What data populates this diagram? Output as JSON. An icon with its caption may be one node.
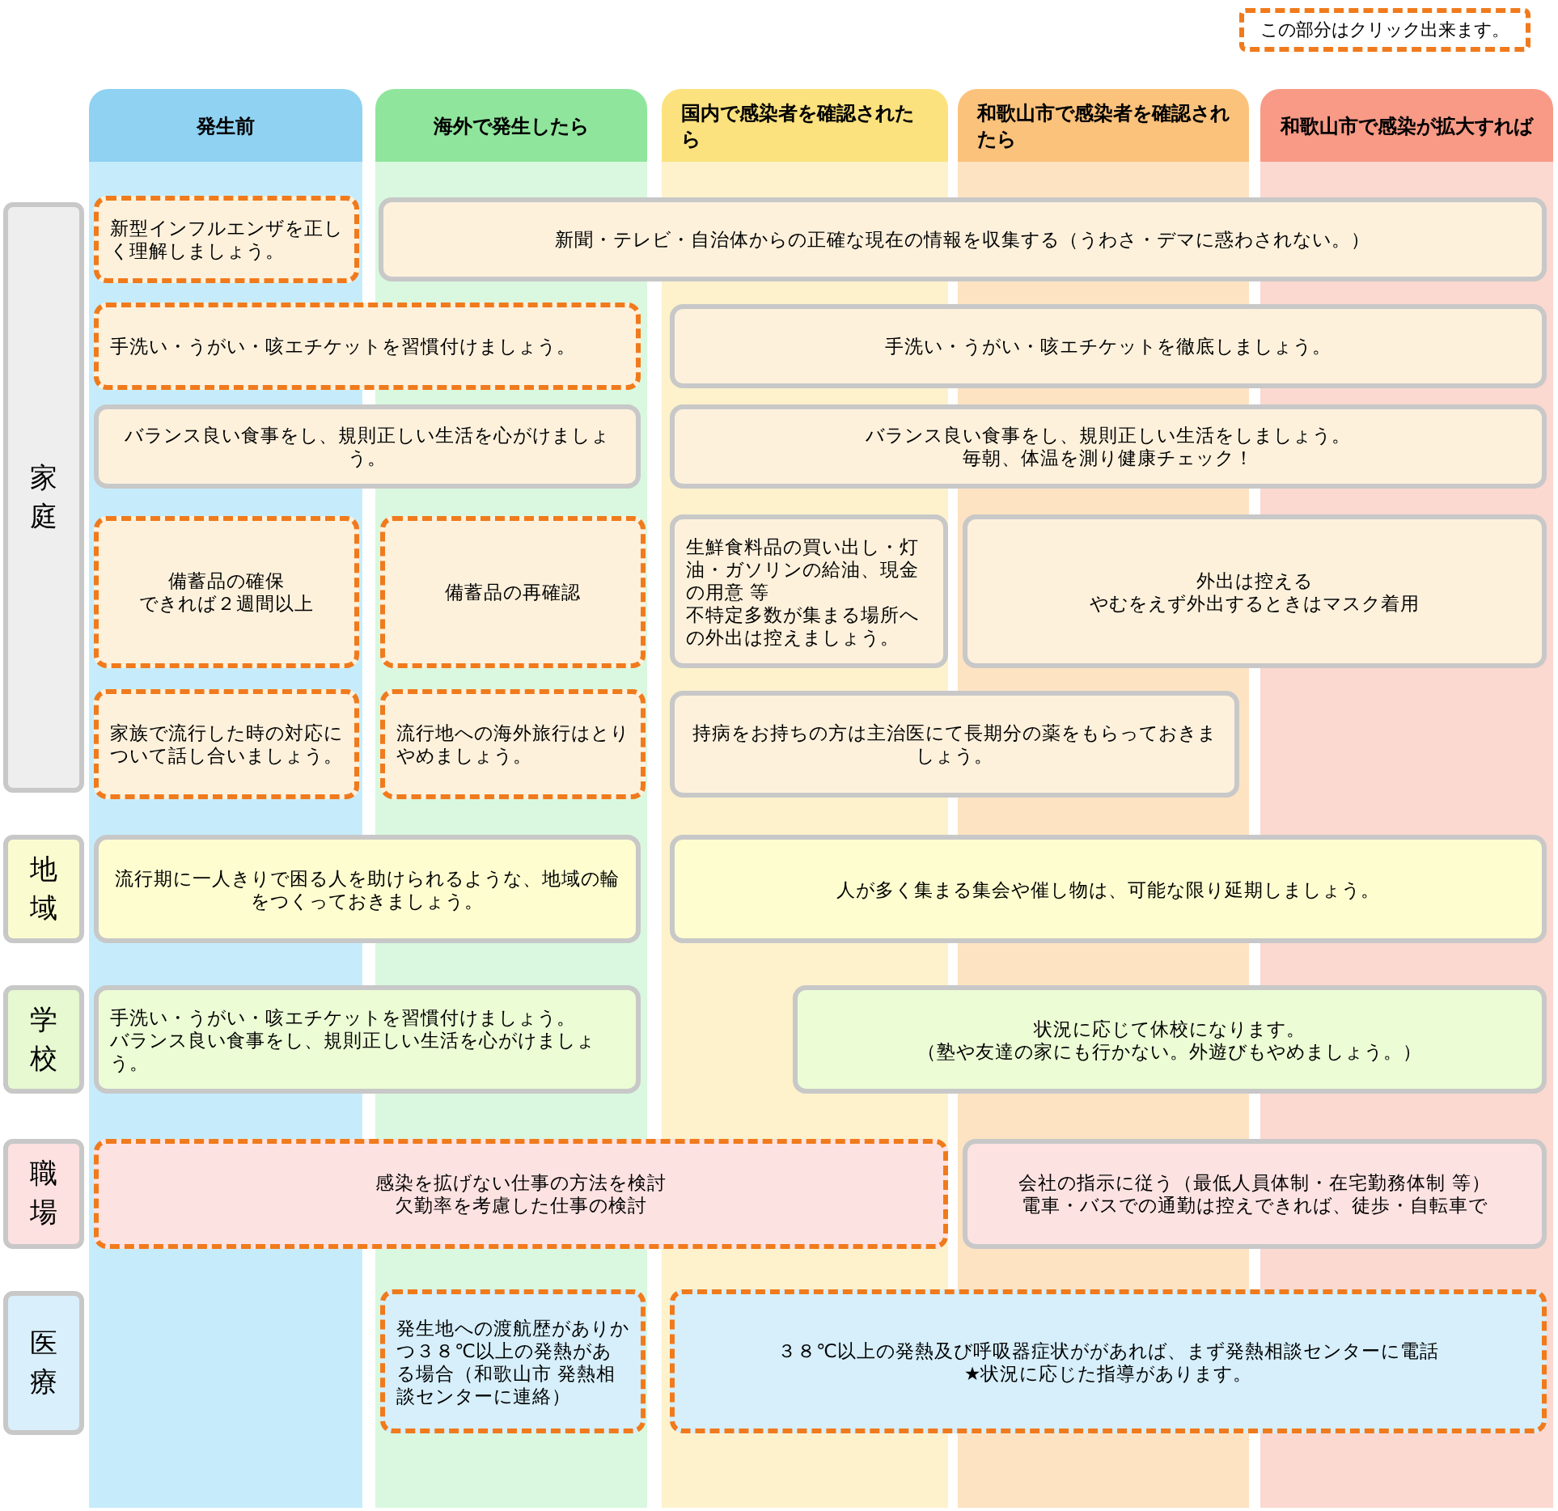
{
  "diagram": {
    "nodes": [
      {
        "text": [
          "発生前"
        ]
      },
      {
        "text": [
          "海外で発生したら"
        ]
      },
      {
        "text": [
          "国内で感染者を確認されたら"
        ]
      },
      {
        "text": [
          "和歌山市で感染者を確認されたら"
        ]
      },
      {
        "text": [
          "和歌山市で感染が拡大すれば"
        ]
      },
      {
        "text": [
          "家庭"
        ]
      },
      {
        "text": [
          "新型インフルエンザを正しく理解しましょう。"
        ]
      },
      {
        "text": [
          "新聞・テレビ・自治体からの正確な現在の情報を収集する（うわさ・デマに惑わされない。）"
        ]
      },
      {
        "text": [
          "手洗い・うがい・咳エチケットを習慣付けましょう。"
        ]
      },
      {
        "text": [
          "手洗い・うがい・咳エチケットを徹底しましょう。"
        ]
      },
      {
        "text": [
          "バランス良い食事をし、規則正しい生活を心がけましょう。"
        ]
      },
      {
        "text": [
          "バランス良い食事をし、規則正しい生活をしましょう。",
          "毎朝、体温を測り健康チェック！"
        ]
      },
      {
        "text": [
          "備蓄品の確保",
          "できれば２週間以上"
        ]
      },
      {
        "text": [
          "備蓄品の再確認"
        ]
      },
      {
        "text": [
          "生鮮食料品の買い出し・灯油・ガソリンの給油、現金の用意 等",
          "不特定多数が集まる場所への外出は控えましょう。"
        ]
      },
      {
        "text": [
          "外出は控える",
          "やむをえず外出するときはマスク着用"
        ]
      },
      {
        "text": [
          "家族で流行した時の対応について話し合いましょう。"
        ]
      },
      {
        "text": [
          "流行地への海外旅行はとりやめましょう。"
        ]
      },
      {
        "text": [
          "持病をお持ちの方は主治医にて長期分の薬をもらっておきましょう。"
        ]
      },
      {
        "text": [
          "地域"
        ]
      },
      {
        "text": [
          "流行期に一人きりで困る人を助けられるような、地域の輪をつくっておきましょう。"
        ]
      },
      {
        "text": [
          "人が多く集まる集会や催し物は、可能な限り延期しましょう。"
        ]
      },
      {
        "text": [
          "学校"
        ]
      },
      {
        "text": [
          "手洗い・うがい・咳エチケットを習慣付けましょう。",
          "バランス良い食事をし、規則正しい生活を心がけましょう。"
        ]
      },
      {
        "text": [
          "状況に応じて休校になります。",
          "（塾や友達の家にも行かない。外遊びもやめましょう。）"
        ]
      },
      {
        "text": [
          "職場"
        ]
      },
      {
        "text": [
          "感染を拡げない仕事の方法を検討",
          "欠勤率を考慮した仕事の検討"
        ]
      },
      {
        "text": [
          "会社の指示に従う（最低人員体制・在宅勤務体制 等）",
          "電車・バスでの通勤は控えできれば、徒歩・自転車で"
        ]
      },
      {
        "text": [
          "医療"
        ]
      },
      {
        "text": [
          "発生地への渡航歴がありかつ３８℃以上の発熱がある場合（和歌山市 発熱相談センターに連絡）"
        ]
      },
      {
        "text": [
          "３８℃以上の発熱及び呼吸器症状ががあれば、まず発熱相談センターに電話",
          "★状況に応じた指導があります。"
        ]
      }
    ],
    "legend": [
      {
        "text": "この部分はクリック出来ます。"
      }
    ]
  }
}
